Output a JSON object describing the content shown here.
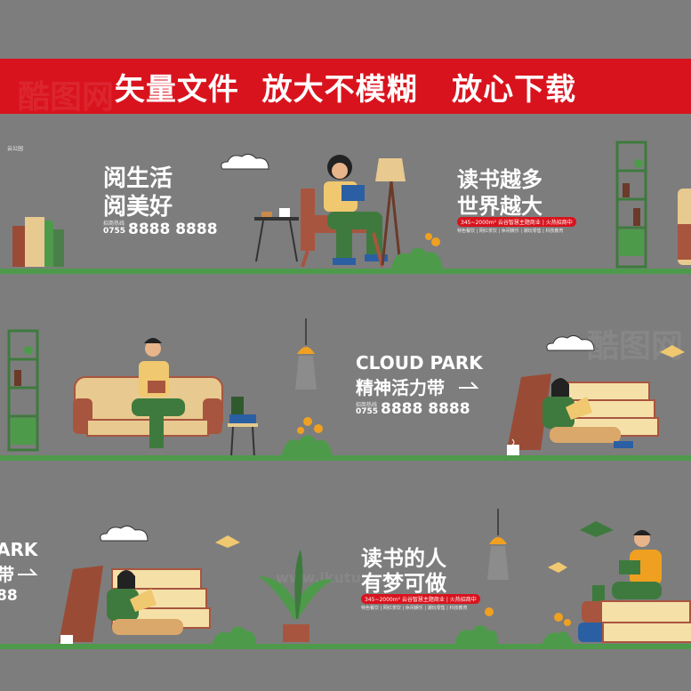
{
  "banner": {
    "text": "矢量文件  放大不模糊   放心下载"
  },
  "watermark": {
    "logo": "酷图网",
    "url": "www.ikutu.com"
  },
  "panel1": {
    "logo_small": "云公园",
    "headline_1": "阅生活",
    "headline_2": "阅美好",
    "phone_label": "招商热线",
    "area_code": "0755",
    "phone": "8888 8888",
    "right_title_1": "读书越多",
    "right_title_2": "世界越大",
    "tag": "345~2000m² 云谷智慧主题商业 | 火热招商中",
    "tags_small": "特色餐饮 | 网红茶饮 | 休闲娱乐 | 潮玩零售 | 科技教育"
  },
  "panel2": {
    "title_en": "CLOUD PARK",
    "title_cn": "精神活力带",
    "phone_label": "招商热线",
    "area_code": "0755",
    "phone": "8888 8888"
  },
  "panel3": {
    "left_en": "ARK",
    "left_cn": "带",
    "left_num": "88",
    "title_1": "读书的人",
    "title_2": "有梦可做",
    "tag": "345~2000m² 云谷智慧主题商业 | 火热招商中",
    "tags_small": "特色餐饮 | 网红茶饮 | 休闲娱乐 | 潮玩零售 | 科技教育"
  },
  "colors": {
    "banner": "#d9131d",
    "background": "#7d7d7d",
    "green": "#4e9a4b"
  }
}
